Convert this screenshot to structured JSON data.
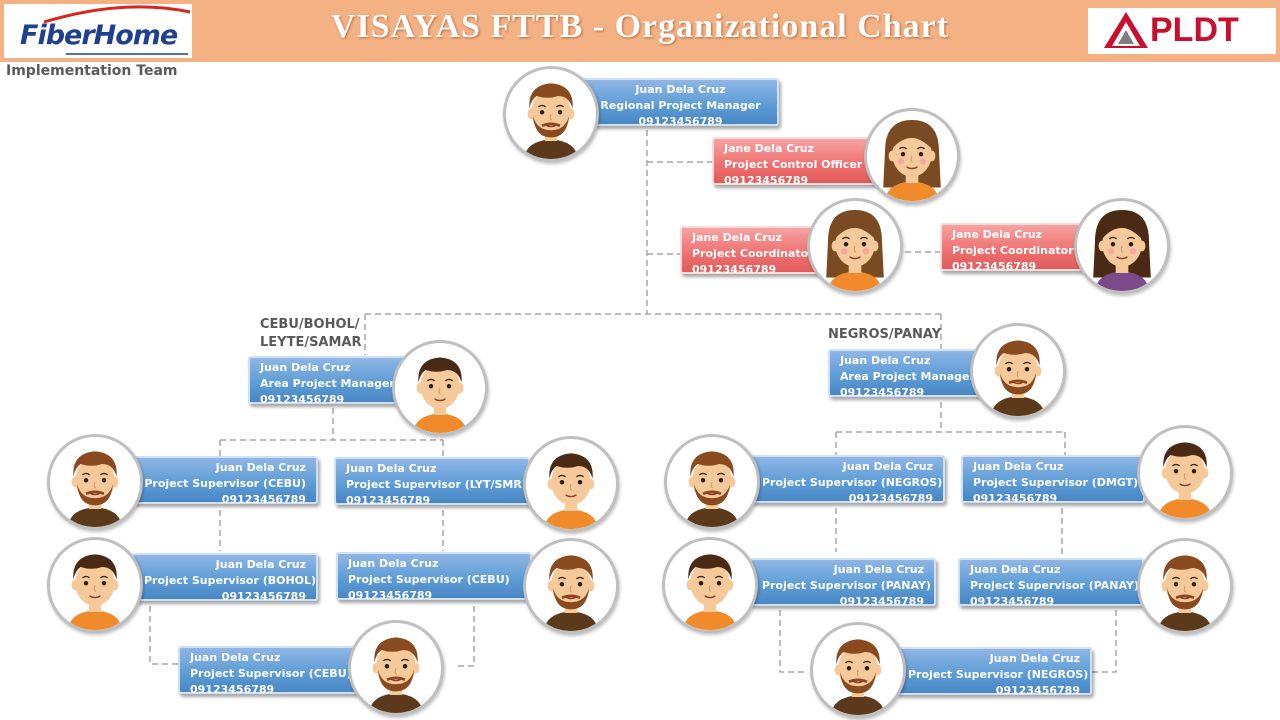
{
  "header": {
    "title": "VISAYAS FTTB - Organizational Chart",
    "left_logo_text": "FiberHome",
    "right_logo_text": "PLDT",
    "subtitle": "Implementation Team",
    "colors": {
      "banner": "#f4b183",
      "blue_card": "#5b9bd5",
      "red_card": "#ef6f6f"
    }
  },
  "areas": {
    "left": "CEBU/BOHOL/ LEYTE/SAMAR",
    "left_line1": "CEBU/BOHOL/",
    "left_line2": "LEYTE/SAMAR",
    "right": "NEGROS/PANAY"
  },
  "people": [
    {
      "name": "Juan Dela Cruz",
      "role": "Regional Project Manager",
      "phone": "09123456789",
      "avatar": "man-beard-icon"
    },
    {
      "name": "Jane Dela Cruz",
      "role": "Project Control Officer",
      "phone": "09123456789",
      "avatar": "woman-icon"
    },
    {
      "name": "Jane Dela Cruz",
      "role": "Project Coordinator",
      "phone": "09123456789",
      "avatar": "woman-icon"
    },
    {
      "name": "Jane Dela Cruz",
      "role": "Project Coordinator",
      "phone": "09123456789",
      "avatar": "woman-dark-hair-icon"
    },
    {
      "name": "Juan Dela Cruz",
      "role": "Area Project Manager",
      "phone": "09123456789",
      "avatar": "man-icon"
    },
    {
      "name": "Juan Dela Cruz",
      "role": "Project Supervisor (CEBU)",
      "phone": "09123456789",
      "avatar": "man-beard-icon"
    },
    {
      "name": "Juan Dela Cruz",
      "role": "Project Supervisor (LYT/SMR)",
      "phone": "09123456789",
      "avatar": "man-dark-hair-icon"
    },
    {
      "name": "Juan Dela Cruz",
      "role": "Project Supervisor (BOHOL)",
      "phone": "09123456789",
      "avatar": "man-dark-hair-icon"
    },
    {
      "name": "Juan Dela Cruz",
      "role": "Project Supervisor (CEBU)",
      "phone": "09123456789",
      "avatar": "man-beard-icon"
    },
    {
      "name": "Juan Dela Cruz",
      "role": "Project Supervisor (CEBU)",
      "phone": "09123456789",
      "avatar": "man-beard-icon"
    },
    {
      "name": "Juan Dela Cruz",
      "role": "Area Project Manager",
      "phone": "09123456789",
      "avatar": "man-beard-icon"
    },
    {
      "name": "Juan Dela Cruz",
      "role": "Project Supervisor (NEGROS)",
      "phone": "09123456789",
      "avatar": "man-beard-icon"
    },
    {
      "name": "Juan Dela Cruz",
      "role": "Project Supervisor (DMGT)",
      "phone": "09123456789",
      "avatar": "man-dark-hair-icon"
    },
    {
      "name": "Juan Dela Cruz",
      "role": "Project Supervisor (PANAY)",
      "phone": "09123456789",
      "avatar": "man-dark-hair-icon"
    },
    {
      "name": "Juan Dela Cruz",
      "role": "Project Supervisor (PANAY)",
      "phone": "09123456789",
      "avatar": "man-beard-icon"
    },
    {
      "name": "Juan Dela Cruz",
      "role": "Project Supervisor (NEGROS)",
      "phone": "09123456789",
      "avatar": "man-beard-icon"
    }
  ]
}
